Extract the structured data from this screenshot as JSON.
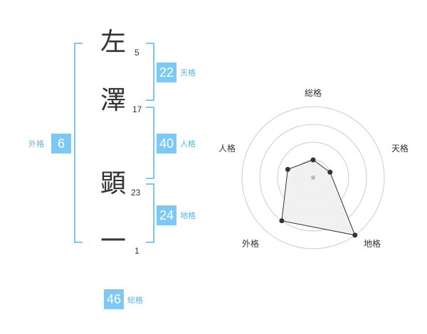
{
  "name": {
    "chars": [
      {
        "char": "左",
        "strokes": "5"
      },
      {
        "char": "澤",
        "strokes": "17"
      },
      {
        "char": "顕",
        "strokes": "23"
      },
      {
        "char": "一",
        "strokes": "1"
      }
    ]
  },
  "scores": {
    "tenkaku": {
      "value": "22",
      "label": "天格"
    },
    "jinkaku": {
      "value": "40",
      "label": "人格"
    },
    "chikaku": {
      "value": "24",
      "label": "地格"
    },
    "gaikaku": {
      "value": "6",
      "label": "外格"
    },
    "soukaku": {
      "value": "46",
      "label": "総格"
    }
  },
  "radar": {
    "labels": {
      "soukaku": "総格",
      "tenkaku": "天格",
      "chikaku": "地格",
      "gaikaku": "外格",
      "jinkaku": "人格"
    },
    "rings": 4,
    "max": 4,
    "values": {
      "soukaku": 1,
      "tenkaku": 1,
      "chikaku": 4,
      "gaikaku": 3,
      "jinkaku": 1.5
    },
    "colors": {
      "ring": "#cccccc",
      "fill": "#f0f0f0",
      "line": "#333333",
      "center": "#bbbbbb"
    }
  }
}
